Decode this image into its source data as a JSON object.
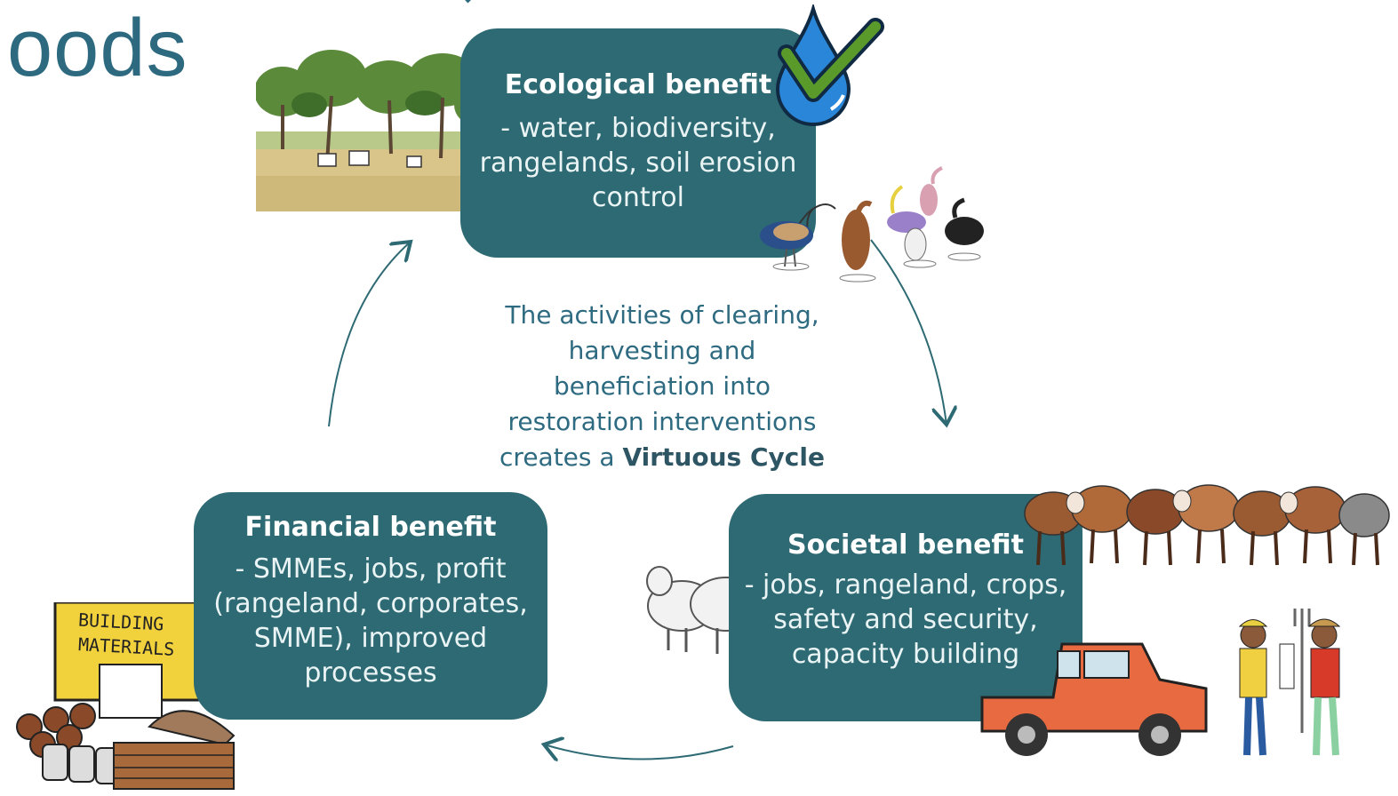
{
  "title": {
    "visible_fragment": "oods"
  },
  "boxes": {
    "ecological": {
      "title": "Ecological benefit",
      "body_lines": [
        "- water, biodiversity,",
        "rangelands, soil erosion",
        "control"
      ]
    },
    "financial": {
      "title": "Financial benefit",
      "body_lines": [
        "- SMMEs, jobs, profit",
        "(rangeland, corporates,",
        "SMME), improved",
        "processes"
      ]
    },
    "societal": {
      "title": "Societal benefit",
      "body_lines": [
        "- jobs, rangeland, crops,",
        "safety and security,",
        "capacity building"
      ]
    }
  },
  "center": {
    "lines": [
      "The activities of clearing,",
      "harvesting and",
      "beneficiation into",
      "restoration interventions"
    ],
    "last_line_prefix": "creates a ",
    "last_line_bold": "Virtuous Cycle"
  },
  "illustrations": {
    "sign_line1": "BUILDING",
    "sign_line2": "MATERIALS"
  },
  "colors": {
    "box_fill": "#2e6a73",
    "title_color": "#2d6a80",
    "arrow_color": "#2e6a73"
  }
}
